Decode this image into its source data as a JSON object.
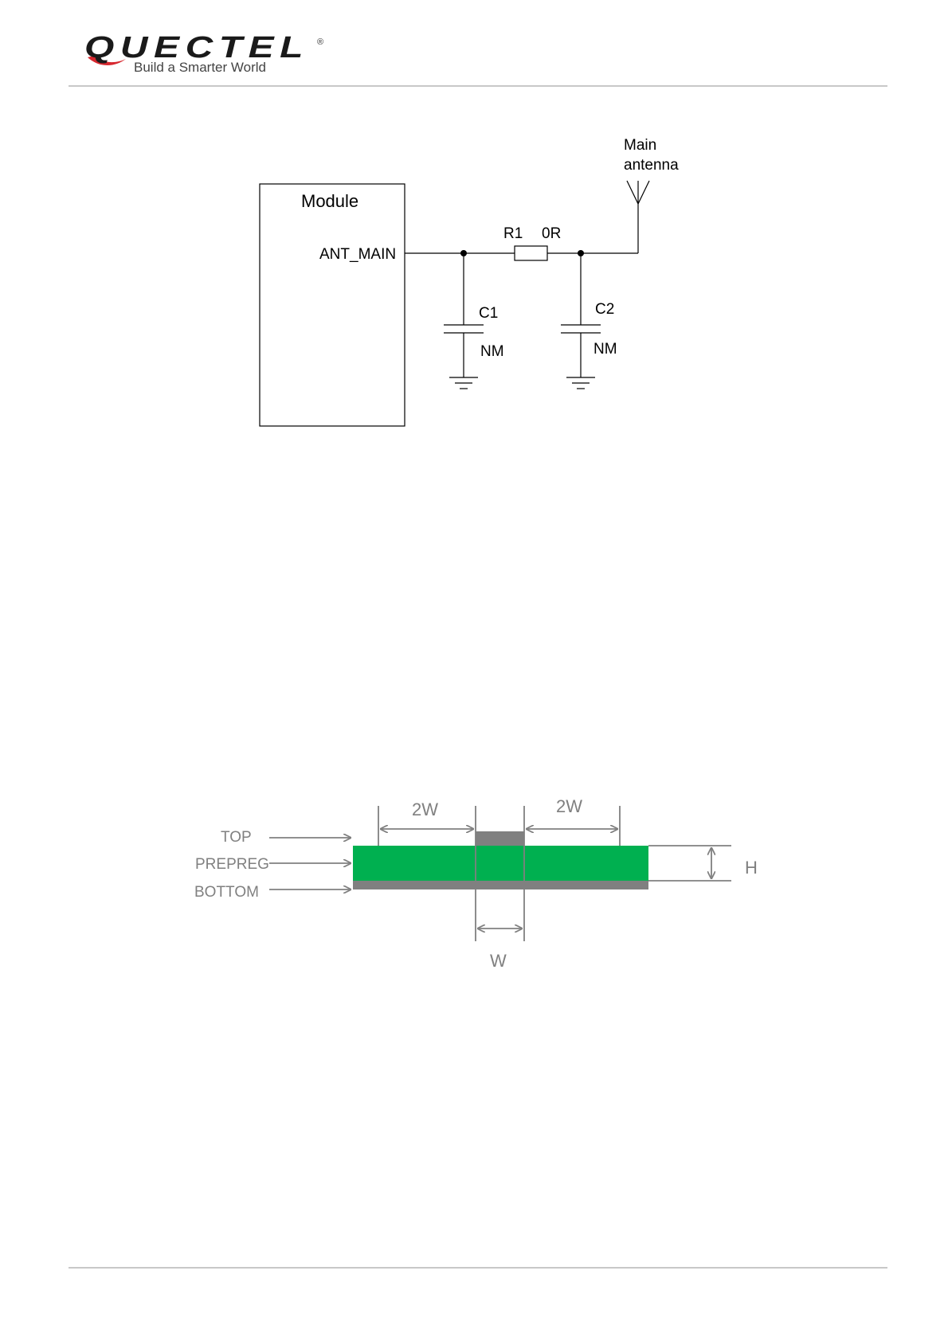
{
  "header": {
    "logo_text": "QUECTEL",
    "registered_mark": "®",
    "tagline": "Build a Smarter World"
  },
  "circuit": {
    "module_label": "Module",
    "pin_label": "ANT_MAIN",
    "antenna_label_line1": "Main",
    "antenna_label_line2": "antenna",
    "r1_name": "R1",
    "r1_value": "0R",
    "c1_name": "C1",
    "c1_value": "NM",
    "c2_name": "C2",
    "c2_value": "NM"
  },
  "stackup": {
    "layer_top": "TOP",
    "layer_prepreg": "PREPREG",
    "layer_bottom": "BOTTOM",
    "dim_left_gap": "2W",
    "dim_right_gap": "2W",
    "dim_trace_width": "W",
    "dim_height": "H",
    "colors": {
      "substrate": "#00b050",
      "copper": "#808080",
      "dimension": "#808080"
    }
  }
}
